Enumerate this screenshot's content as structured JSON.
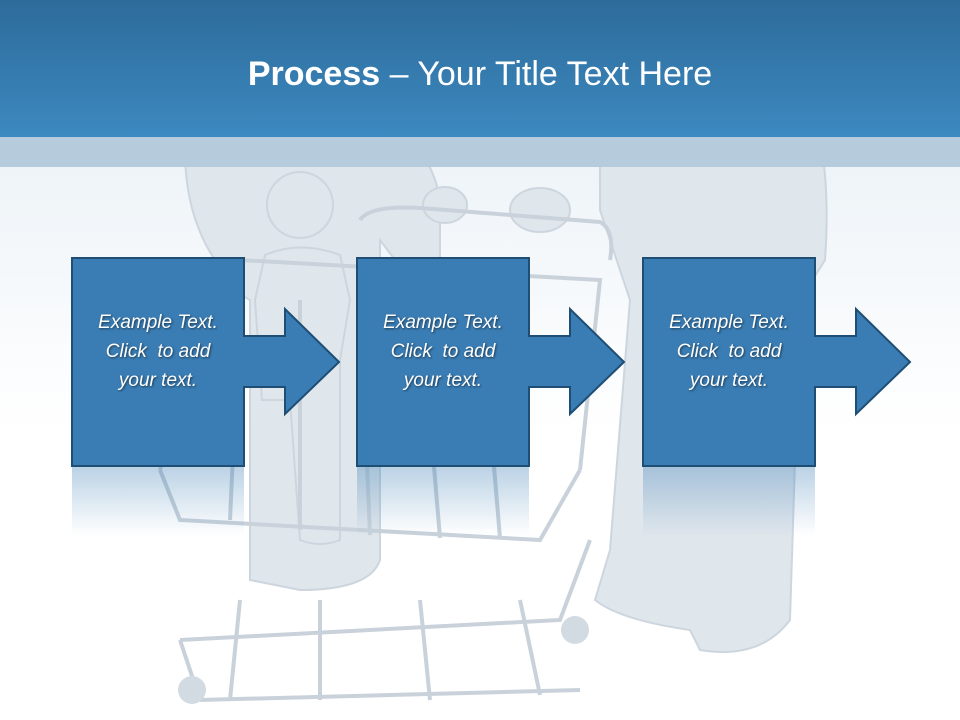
{
  "slide": {
    "title_bold": "Process",
    "title_rest": " – Your Title Text Here",
    "colors": {
      "header": "#3479ad",
      "box_fill": "#3a7db4",
      "box_border": "#1f4e74",
      "strip": "#b6cbdc"
    }
  },
  "process": {
    "steps": [
      {
        "line1": "Example Text.",
        "line2": "Click  to add",
        "line3": "your text."
      },
      {
        "line1": "Example Text.",
        "line2": "Click  to add",
        "line3": "your text."
      },
      {
        "line1": "Example Text.",
        "line2": "Click  to add",
        "line3": "your text."
      }
    ]
  },
  "background_image": "shopping-cart-with-figures"
}
